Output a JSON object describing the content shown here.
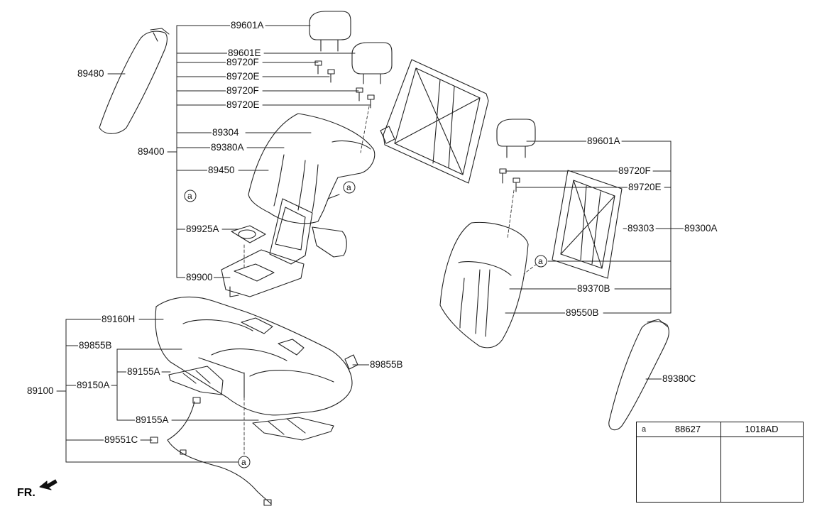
{
  "labels": {
    "l89601A_top": "89601A",
    "l89601E": "89601E",
    "l89720F_1": "89720F",
    "l89720E_1": "89720E",
    "l89720F_2": "89720F",
    "l89720E_2": "89720E",
    "l89304": "89304",
    "l89380A": "89380A",
    "l89400": "89400",
    "l89450": "89450",
    "l89925A": "89925A",
    "l89900": "89900",
    "l89480": "89480",
    "l89601A_right": "89601A",
    "l89720F_r": "89720F",
    "l89720E_r": "89720E",
    "l89303": "89303",
    "l89300A": "89300A",
    "l89370B": "89370B",
    "l89550B": "89550B",
    "l89380C": "89380C",
    "l89160H": "89160H",
    "l89855B_left": "89855B",
    "l89855B_right": "89855B",
    "l89150A": "89150A",
    "l89155A_1": "89155A",
    "l89155A_2": "89155A",
    "l89100": "89100",
    "l89551C": "89551C"
  },
  "callout_letter": "a",
  "legend": {
    "ref": "a",
    "col1_part": "88627",
    "col2_part": "1018AD"
  },
  "front_marker": "FR."
}
